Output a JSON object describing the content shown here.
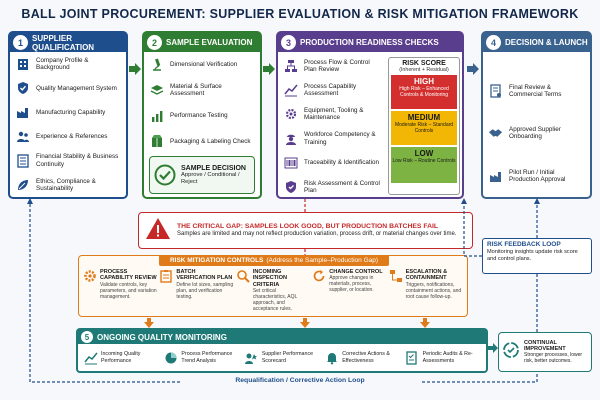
{
  "title": "BALL JOINT PROCUREMENT: SUPPLIER EVALUATION & RISK MITIGATION FRAMEWORK",
  "colors": {
    "blue": "#1f4e8c",
    "green": "#2f7d32",
    "purple": "#5a3e8e",
    "steel": "#3a628f",
    "red": "#c62828",
    "orange": "#e07b1a",
    "teal": "#1f7a77",
    "amber": "#f2b705",
    "lime": "#7cb342"
  },
  "panel1": {
    "num": "1",
    "title": "SUPPLIER QUALIFICATION",
    "items": [
      "Company Profile & Background",
      "Quality Management System",
      "Manufacturing Capability",
      "Experience & References",
      "Financial Stability & Business Continuity",
      "Ethics, Compliance & Sustainability"
    ]
  },
  "panel2": {
    "num": "2",
    "title": "SAMPLE EVALUATION",
    "items": [
      "Dimensional Verification",
      "Material & Surface Assessment",
      "Performance Testing",
      "Packaging & Labeling Check"
    ],
    "decision_title": "SAMPLE DECISION",
    "decision_text": "Approve / Conditional / Reject"
  },
  "panel3": {
    "num": "3",
    "title": "PRODUCTION READINESS CHECKS",
    "items": [
      "Process Flow & Control Plan Review",
      "Process Capability Assessment",
      "Equipment, Tooling & Maintenance",
      "Workforce Competency & Training",
      "Traceability & Identification",
      "Risk Assessment & Control Plan"
    ]
  },
  "risk": {
    "title": "RISK SCORE",
    "subtitle": "(Inherent + Residual)",
    "high": "HIGH",
    "high_text": "High Risk – Enhanced Controls & Monitoring",
    "medium": "MEDIUM",
    "medium_text": "Moderate Risk – Standard Controls",
    "low": "LOW",
    "low_text": "Low Risk – Routine Controls"
  },
  "panel4": {
    "num": "4",
    "title": "DECISION & LAUNCH",
    "items": [
      "Final Review & Commercial Terms",
      "Approved Supplier Onboarding",
      "Pilot Run / Initial Production Approval"
    ]
  },
  "gap": {
    "title": "THE CRITICAL GAP: SAMPLES LOOK GOOD, BUT PRODUCTION BATCHES FAIL",
    "text": "Samples are limited and may not reflect production variation, process drift, or material changes over time."
  },
  "feedback": {
    "title": "RISK FEEDBACK LOOP",
    "text": "Monitoring insights update risk score and control plans."
  },
  "mitigation": {
    "title": "RISK MITIGATION CONTROLS",
    "subtitle": "(Address the Sample–Production Gap)",
    "controls": [
      {
        "title": "PROCESS CAPABILITY REVIEW",
        "text": "Validate controls, key parameters, and variation management."
      },
      {
        "title": "BATCH VERIFICATION PLAN",
        "text": "Define lot sizes, sampling plan, and verification testing."
      },
      {
        "title": "INCOMING INSPECTION CRITERIA",
        "text": "Set critical characteristics, AQL approach, and acceptance rules."
      },
      {
        "title": "CHANGE CONTROL",
        "text": "Approve changes in materials, process, supplier, or location."
      },
      {
        "title": "ESCALATION & CONTAINMENT",
        "text": "Triggers, notifications, containment actions, and root cause follow-up."
      }
    ]
  },
  "panel5": {
    "num": "5",
    "title": "ONGOING QUALITY MONITORING",
    "items": [
      "Incoming Quality Performance",
      "Process Performance Trend Analysis",
      "Supplier Performance Scorecard",
      "Corrective Actions & Effectiveness",
      "Periodic Audits & Re-Assessments"
    ]
  },
  "improve": {
    "title": "CONTINUAL IMPROVEMENT",
    "text": "Stronger processes, lower risk, better outcomes."
  },
  "loop": {
    "label": "Requalification / Corrective Action Loop"
  }
}
